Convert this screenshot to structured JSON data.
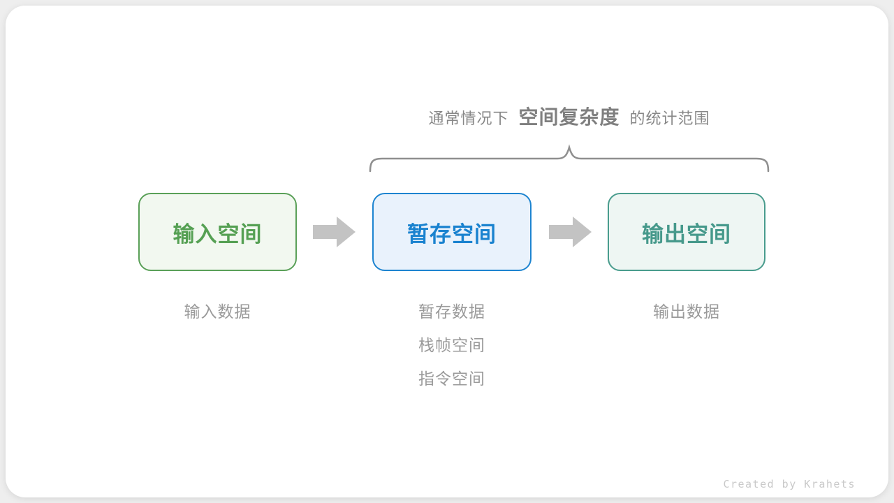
{
  "annotation": {
    "title_prefix": "通常情况下",
    "title_emphasis": "空间复杂度",
    "title_suffix": "的统计范围",
    "brace_color": "#8f8f8f"
  },
  "boxes": [
    {
      "id": "input",
      "label": "输入空间",
      "text_color": "#55a053",
      "border_color": "#5aa058",
      "background": "#f2f8f0"
    },
    {
      "id": "temp",
      "label": "暂存空间",
      "text_color": "#1982cf",
      "border_color": "#1d84d0",
      "background": "#e9f2fc"
    },
    {
      "id": "output",
      "label": "输出空间",
      "text_color": "#46998b",
      "border_color": "#499c8d",
      "background": "#eef6f3"
    }
  ],
  "arrow_color": "#c3c3c3",
  "captions": {
    "input": [
      "输入数据"
    ],
    "temp": [
      "暂存数据",
      "栈帧空间",
      "指令空间"
    ],
    "output": [
      "输出数据"
    ]
  },
  "credit": "Created by Krahets",
  "colors": {
    "page_background": "#eeeeee",
    "card_background": "#ffffff",
    "title_text": "#878787",
    "caption_text": "#9a9a9a",
    "credit_text": "#c9c9c9"
  }
}
